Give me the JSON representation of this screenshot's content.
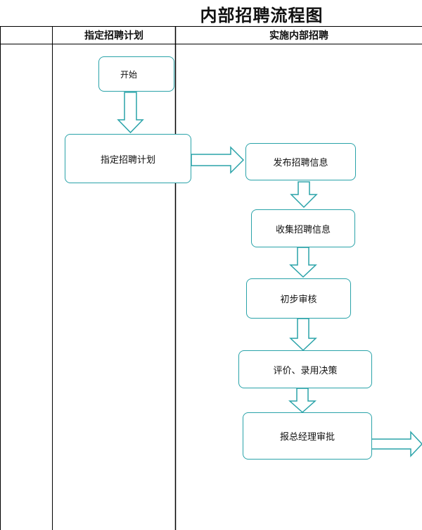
{
  "title": "内部招聘流程图",
  "lanes": [
    "指定招聘计划",
    "实施内部招聘"
  ],
  "nodes": {
    "start": "开始",
    "plan": "指定招聘计划",
    "publish": "发布招聘信息",
    "collect": "收集招聘信息",
    "review": "初步审核",
    "decide": "评价、录用决策",
    "approve": "报总经理审批"
  },
  "colors": {
    "node_border": "#2aa3a9",
    "line": "#000000"
  }
}
